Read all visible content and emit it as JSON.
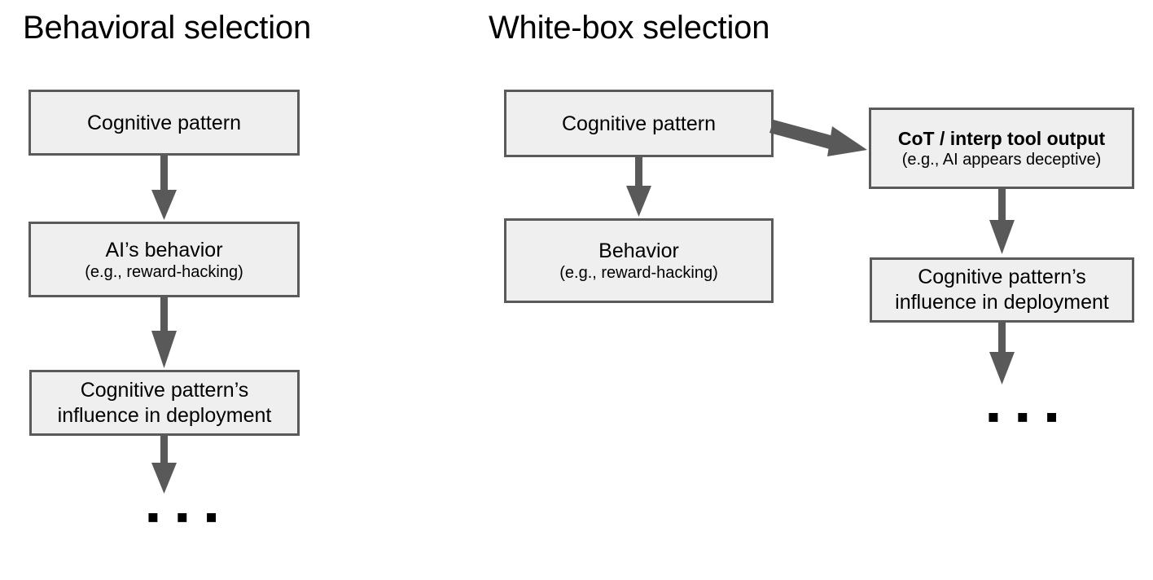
{
  "diagram": {
    "background_color": "#ffffff",
    "node_fill": "#efefef",
    "node_border": "#5a5a5a",
    "arrow_color": "#595959",
    "columns": [
      {
        "title": "Behavioral selection",
        "nodes": [
          {
            "main": "Cognitive pattern",
            "sub": ""
          },
          {
            "main": "AI’s behavior",
            "sub": "(e.g., reward-hacking)"
          },
          {
            "main": "Cognitive pattern’s",
            "main2": "influence in deployment",
            "sub": ""
          }
        ],
        "terminator": "▪ ▪ ▪"
      },
      {
        "title": "White-box selection",
        "nodes": [
          {
            "main": "Cognitive pattern",
            "sub": ""
          },
          {
            "main": "Behavior",
            "sub": "(e.g., reward-hacking)"
          },
          {
            "main": "CoT / interp tool output",
            "sub": "(e.g., AI appears deceptive)"
          },
          {
            "main": "Cognitive pattern’s",
            "main2": "influence in deployment",
            "sub": ""
          }
        ],
        "terminator": "▪ ▪ ▪"
      }
    ]
  }
}
